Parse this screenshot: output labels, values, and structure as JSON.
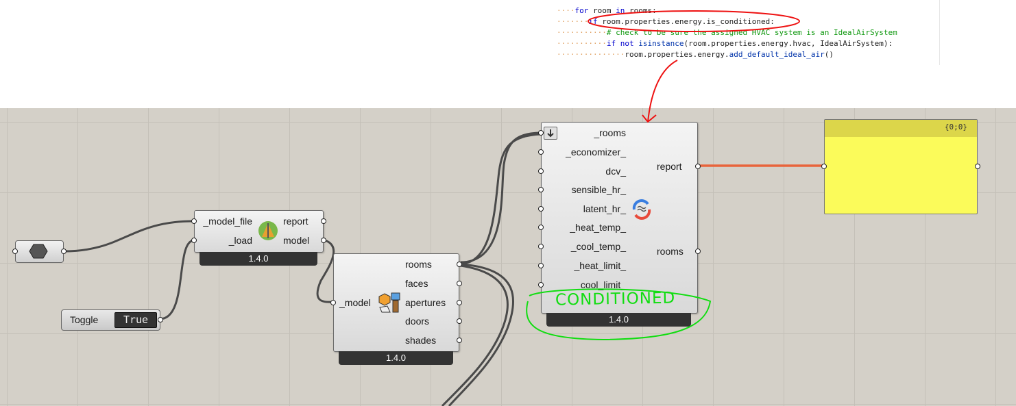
{
  "code": {
    "line1": {
      "kw1": "for",
      "a": " room ",
      "kw2": "in",
      "b": " rooms:"
    },
    "line2": {
      "kw": "if",
      "a": " room.properties.energy.is_conditioned:"
    },
    "line3": {
      "comment": "# check to be sure the assigned HVAC system is an IdealAirSystem"
    },
    "line4": {
      "kw1": "if",
      "kw2": "not",
      "fn": "isinstance",
      "a": "(room.properties.energy.hvac, IdealAirSystem):"
    },
    "line5": {
      "a": "room.properties.energy.",
      "fn": "add_default_ideal_air",
      "b": "()"
    }
  },
  "load_component": {
    "inputs": [
      "_model_file",
      "_load"
    ],
    "outputs": [
      "report",
      "model"
    ],
    "version": "1.4.0",
    "icon": "load-model-icon"
  },
  "deconstruct_component": {
    "inputs": [
      "_model"
    ],
    "outputs": [
      "rooms",
      "faces",
      "apertures",
      "doors",
      "shades"
    ],
    "version": "1.4.0",
    "icon": "deconstruct-model-icon"
  },
  "ideal_air_component": {
    "inputs": [
      "_rooms",
      "_economizer_",
      "dcv_",
      "sensible_hr_",
      "latent_hr_",
      "_heat_temp_",
      "_cool_temp_",
      "_heat_limit_",
      "cool_limit_"
    ],
    "outputs": [
      "report",
      "rooms"
    ],
    "version": "1.4.0",
    "icon": "ideal-air-icon"
  },
  "panel": {
    "index": "{0;0}",
    "content": ""
  },
  "toggle": {
    "label": "Toggle",
    "value": "True"
  },
  "annotation": {
    "text": "CONDITIONED",
    "color": "#11dd11",
    "arrow_color": "#ee1111"
  },
  "colors": {
    "canvas": "#d4d0c8",
    "wire": "#4a4a4a",
    "selected_wire": "#e8643c",
    "panel": "#fbfb5a"
  }
}
